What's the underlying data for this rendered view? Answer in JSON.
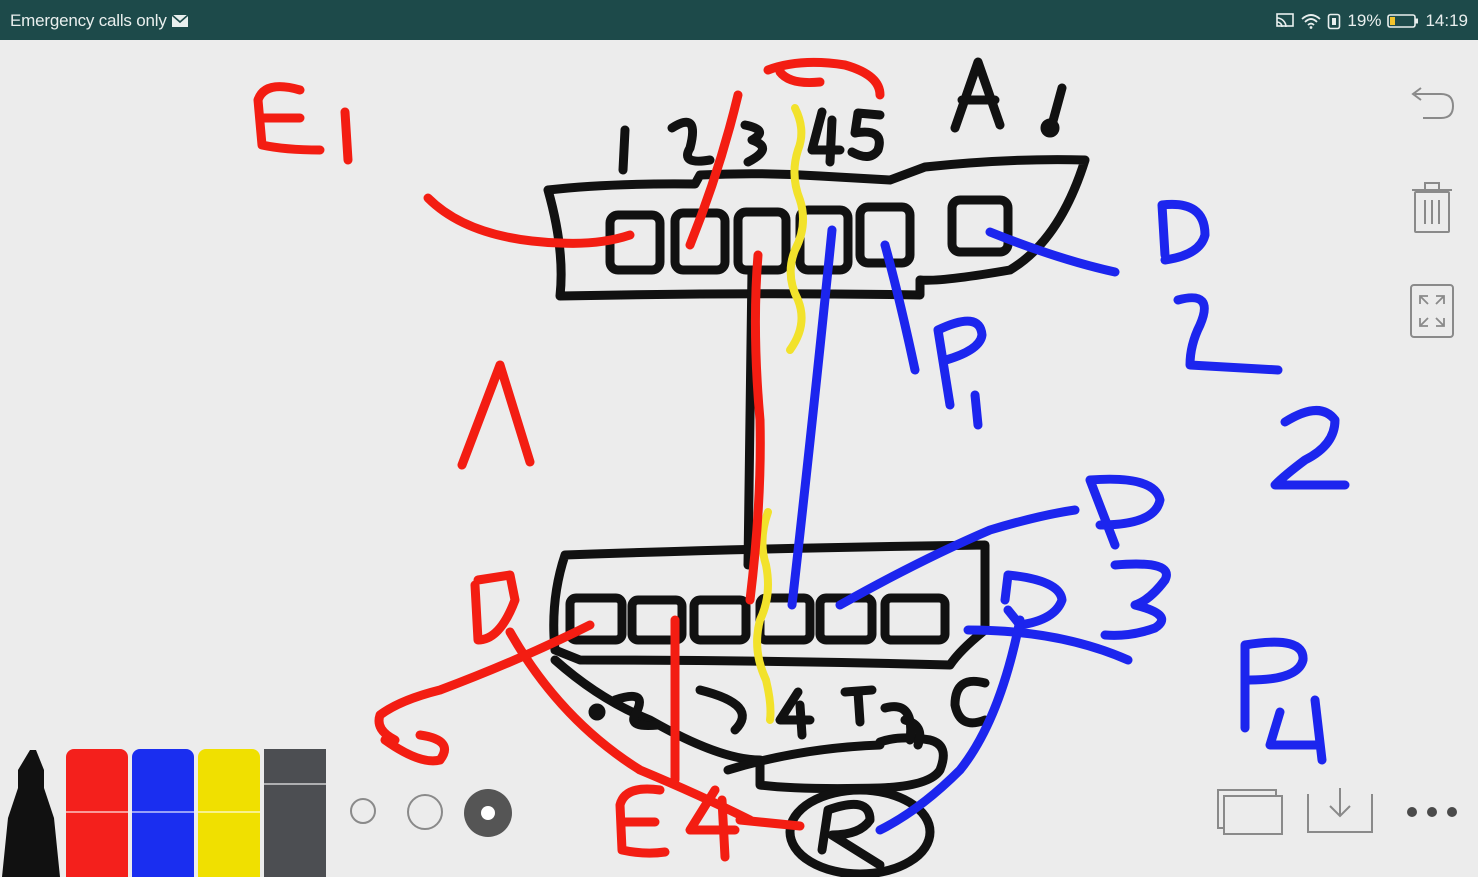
{
  "status_bar": {
    "carrier_text": "Emergency calls only",
    "battery_percent": "19%",
    "time": "14:19",
    "icons": [
      "message-icon",
      "cast-icon",
      "wifi-icon",
      "data-icon",
      "battery-icon"
    ]
  },
  "toolbar": {
    "right_icons": [
      "undo-icon",
      "trash-icon",
      "fullscreen-icon"
    ],
    "bottom_right_icons": [
      "pages-icon",
      "download-icon",
      "more-icon"
    ]
  },
  "pen_colors": {
    "black": "#111111",
    "red": "#f4201c",
    "blue": "#1a2ef0",
    "yellow": "#f0e000",
    "gray": "#4c4e52"
  },
  "pen_sizes": [
    "small",
    "medium",
    "large"
  ],
  "selected_pen_size": "large",
  "drawing_colors": {
    "black": "#111111",
    "red": "#f31d12",
    "blue": "#1c25ee",
    "yellow": "#f2e22b"
  }
}
